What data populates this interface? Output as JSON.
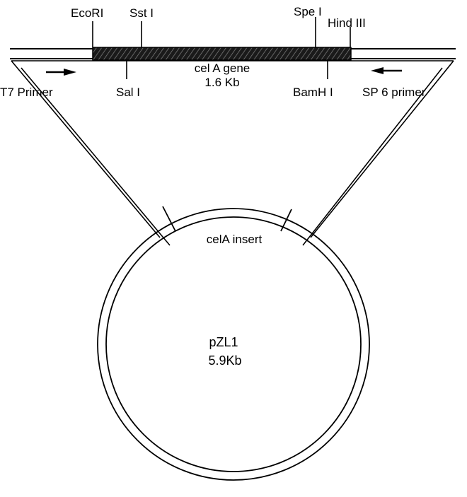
{
  "diagram": {
    "restriction_sites_top": {
      "ecori": "EcoRI",
      "sst1": "Sst I",
      "spe1": "Spe I",
      "hind3": "Hind III"
    },
    "restriction_sites_bottom": {
      "sal1": "Sal I",
      "bamh1": "BamH I"
    },
    "gene": {
      "name": "cel A gene",
      "size": "1.6 Kb"
    },
    "primers": {
      "left": "T7 Primer",
      "right": "SP 6 primer"
    },
    "plasmid": {
      "insert_label": "celA insert",
      "name": "pZL1",
      "size": "5.9Kb"
    }
  }
}
